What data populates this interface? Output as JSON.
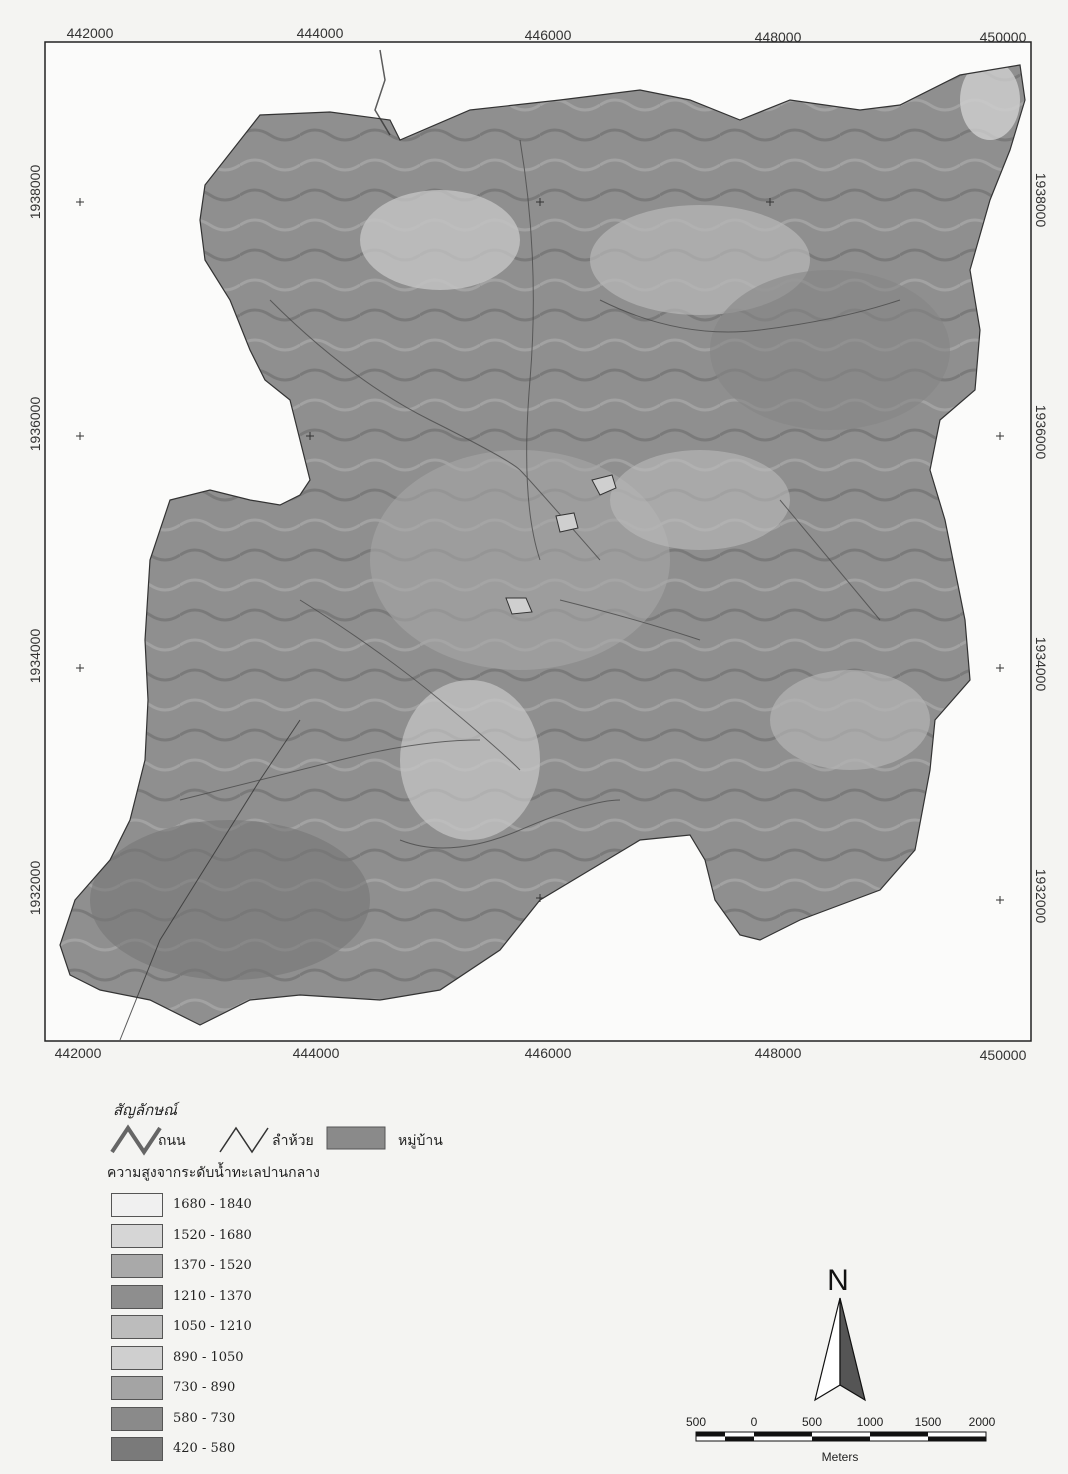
{
  "map": {
    "x_ticks_top": [
      "442000",
      "444000",
      "446000",
      "448000",
      "450000"
    ],
    "x_ticks_bottom": [
      "442000",
      "444000",
      "446000",
      "448000",
      "450000"
    ],
    "y_ticks_left": [
      "1938000",
      "1936000",
      "1934000",
      "1932000"
    ],
    "y_ticks_right": [
      "1938000",
      "1936000",
      "1934000",
      "1932000"
    ],
    "colors": {
      "terrain_dark": "#7c7c7c",
      "terrain_mid": "#9a9a9a",
      "terrain_light": "#bdbdbd",
      "village": "#8a8a8a"
    }
  },
  "legend": {
    "title": "สัญลักษณ์",
    "symbols": [
      {
        "label": "ถนน",
        "icon": "road-line-icon"
      },
      {
        "label": "ลำห้วย",
        "icon": "stream-line-icon"
      },
      {
        "label": "หมู่บ้าน",
        "icon": "village-patch-icon"
      }
    ],
    "elevation_title": "ความสูงจากระดับน้ำทะเลปานกลาง",
    "elevation_classes": [
      {
        "label": "1680 - 1840",
        "color": "#f0f0f0"
      },
      {
        "label": "1520 - 1680",
        "color": "#d6d6d6"
      },
      {
        "label": "1370 - 1520",
        "color": "#a9a9a9"
      },
      {
        "label": "1210 - 1370",
        "color": "#8e8e8e"
      },
      {
        "label": "1050 - 1210",
        "color": "#bcbcbc"
      },
      {
        "label": "890 - 1050",
        "color": "#cfcfcf"
      },
      {
        "label": "730 - 890",
        "color": "#a4a4a4"
      },
      {
        "label": "580 - 730",
        "color": "#8a8a8a"
      },
      {
        "label": "420 - 580",
        "color": "#7a7a7a"
      }
    ]
  },
  "north_arrow": {
    "label": "N"
  },
  "scale_bar": {
    "labels": [
      "500",
      "0",
      "500",
      "1000",
      "1500",
      "2000"
    ],
    "unit": "Meters"
  }
}
